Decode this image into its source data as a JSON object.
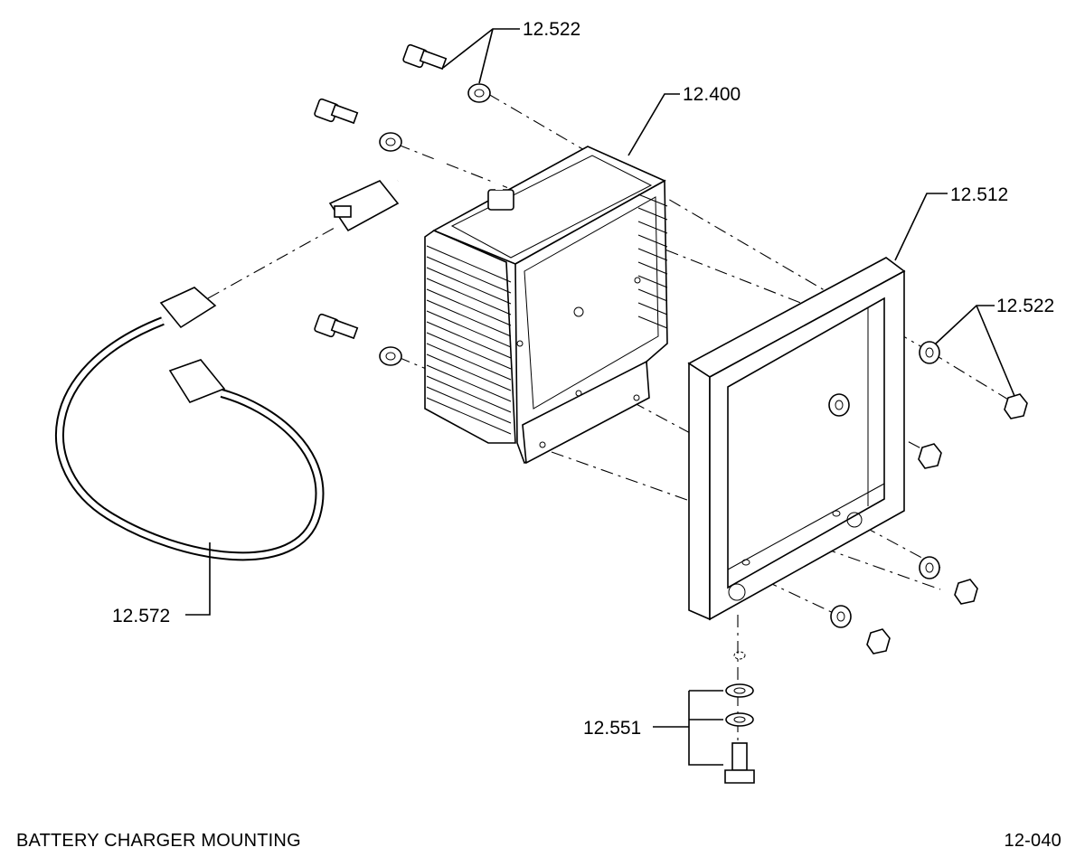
{
  "callouts": {
    "washers_top": "12.522",
    "charger": "12.400",
    "frame": "12.512",
    "washers_right": "12.522",
    "power_cord": "12.572",
    "bottom_hardware": "12.551"
  },
  "footer": {
    "title": "BATTERY CHARGER MOUNTING",
    "page_code": "12-040"
  }
}
